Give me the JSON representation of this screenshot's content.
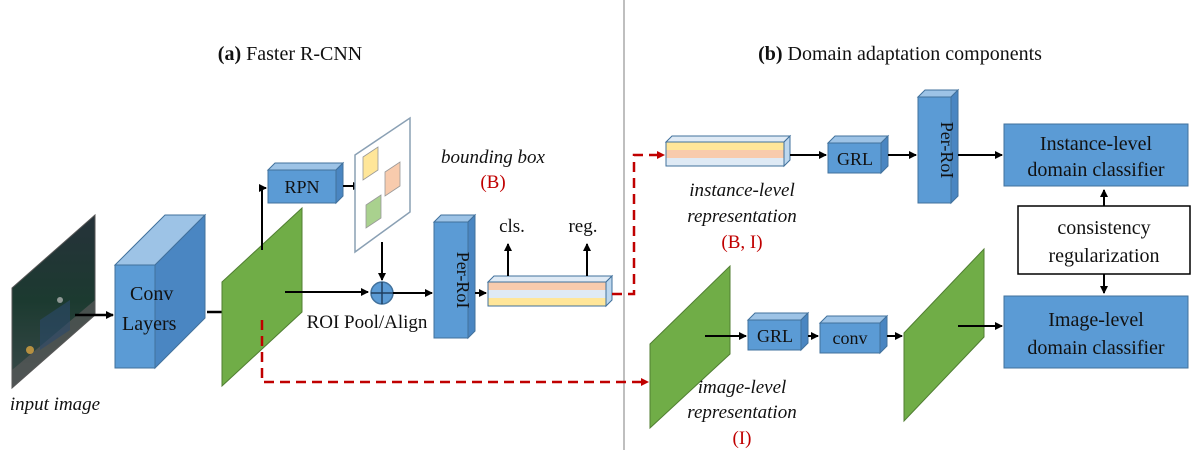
{
  "panel_a": {
    "title_prefix": "(a)",
    "title_text": "Faster R-CNN",
    "input_image_label": "input image",
    "conv_label_line1": "Conv",
    "conv_label_line2": "Layers",
    "rpn_label": "RPN",
    "roi_label": "ROI Pool/Align",
    "perroi_label": "Per-RoI",
    "cls_label": "cls.",
    "reg_label": "reg.",
    "bbox_label": "bounding box",
    "bbox_tag": "(B)"
  },
  "panel_b": {
    "title_prefix": "(b)",
    "title_text": "Domain adaptation components",
    "instance_rep_line1": "instance-level",
    "instance_rep_line2": "representation",
    "instance_rep_tag": "(B, I)",
    "image_rep_line1": "image-level",
    "image_rep_line2": "representation",
    "image_rep_tag": "(I)",
    "grl_top_label": "GRL",
    "grl_bottom_label": "GRL",
    "perroi_label": "Per-RoI",
    "conv_label": "conv",
    "instance_classifier_line1": "Instance-level",
    "instance_classifier_line2": "domain classifier",
    "image_classifier_line1": "Image-level",
    "image_classifier_line2": "domain classifier",
    "consistency_line1": "consistency",
    "consistency_line2": "regularization"
  },
  "colors": {
    "box_blue": "#5b9bd5",
    "box_border": "#41719c",
    "feature_green": "#70ad47",
    "dashed_red": "#c00000",
    "divider_gray": "#bfbfbf",
    "stripe_yellow": "#ffe699",
    "stripe_pink": "#f8cbad",
    "stripe_blue": "#bdd7ee"
  }
}
